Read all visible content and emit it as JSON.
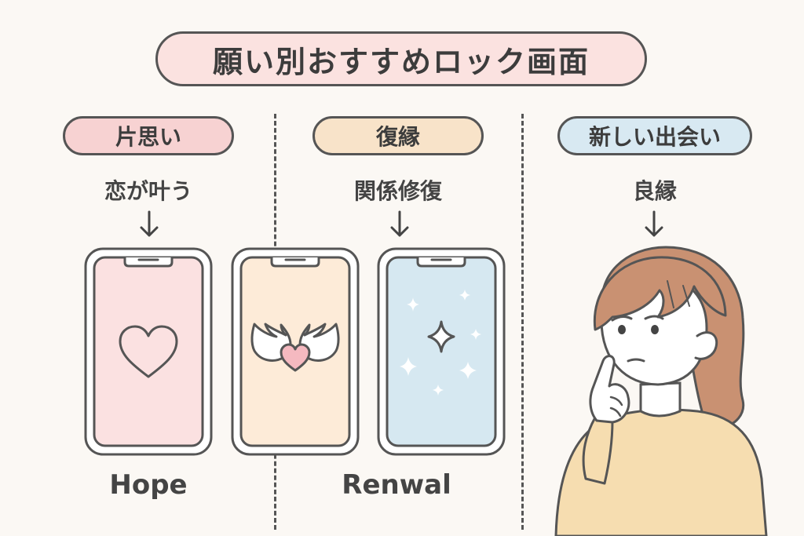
{
  "title": "願い別おすすめロック画面",
  "sections": [
    {
      "label": "片思い",
      "subtitle": "恋が叶う",
      "color": "#f7d2d2"
    },
    {
      "label": "復縁",
      "subtitle": "関係修復",
      "color": "#f8e3c9"
    },
    {
      "label": "新しい出会い",
      "subtitle": "良縁",
      "color": "#d8e9f2"
    }
  ],
  "phones": [
    {
      "icon": "heart-icon",
      "screen_color": "#fbe1e1"
    },
    {
      "icon": "winged-heart-icon",
      "screen_color": "#fdebd8"
    },
    {
      "icon": "sparkle-icon",
      "screen_color": "#d6e8f1"
    }
  ],
  "captions": [
    "Hope",
    "Renwal"
  ],
  "colors": {
    "outline": "#555555",
    "background": "#fbf8f4",
    "title_fill": "#fbe2e0"
  }
}
